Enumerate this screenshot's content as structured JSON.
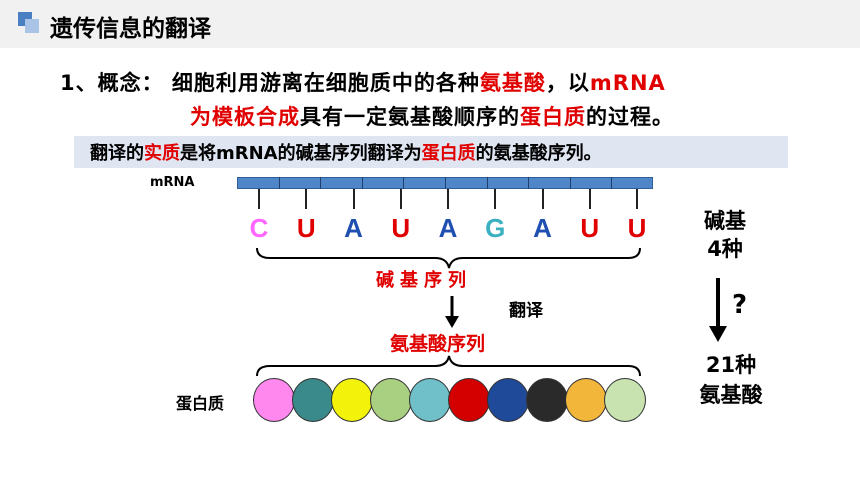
{
  "header": {
    "title": "遗传信息的翻译"
  },
  "concept": {
    "line1": [
      {
        "text": "1、概念：  细胞利用游离在细胞质中的各种",
        "color": "#000000"
      },
      {
        "text": "氨基酸",
        "color": "#e00000"
      },
      {
        "text": "，以",
        "color": "#000000"
      },
      {
        "text": "mRNA",
        "color": "#e00000"
      }
    ],
    "line2": [
      {
        "text": "为模板合成",
        "color": "#e00000"
      },
      {
        "text": "具有一定氨基酸顺序的",
        "color": "#000000"
      },
      {
        "text": "蛋白质",
        "color": "#e00000"
      },
      {
        "text": "的过程。",
        "color": "#000000"
      }
    ]
  },
  "essence": [
    {
      "text": "翻译的",
      "color": "#000000"
    },
    {
      "text": "实质",
      "color": "#e00000"
    },
    {
      "text": "是将mRNA的碱基序列翻译为",
      "color": "#000000"
    },
    {
      "text": "蛋白质",
      "color": "#e00000"
    },
    {
      "text": "的氨基酸序列。",
      "color": "#000000"
    }
  ],
  "diagram": {
    "mrna_label": "mRNA",
    "bases": [
      {
        "letter": "C",
        "color": "#ff66ff"
      },
      {
        "letter": "U",
        "color": "#e00000"
      },
      {
        "letter": "A",
        "color": "#1f4fb0"
      },
      {
        "letter": "U",
        "color": "#e00000"
      },
      {
        "letter": "A",
        "color": "#1f4fb0"
      },
      {
        "letter": "G",
        "color": "#3ab0c0"
      },
      {
        "letter": "A",
        "color": "#1f4fb0"
      },
      {
        "letter": "U",
        "color": "#e00000"
      },
      {
        "letter": "U",
        "color": "#e00000"
      }
    ],
    "base_sequence_label": "碱基序列",
    "translate_label": "翻译",
    "aa_sequence_label": "氨基酸序列",
    "protein_label": "蛋白质",
    "bead_colors": [
      "#ff88ee",
      "#3a8a8c",
      "#f2f20a",
      "#a9cf80",
      "#6fc0c8",
      "#d40000",
      "#1f4a9a",
      "#2a2a2a",
      "#f2b63a",
      "#c8e2b0"
    ],
    "bases_count_line1": "碱基",
    "bases_count_line2": "4种",
    "question_mark": "?",
    "aa_count_line1": "21种",
    "aa_count_line2": "氨基酸"
  }
}
